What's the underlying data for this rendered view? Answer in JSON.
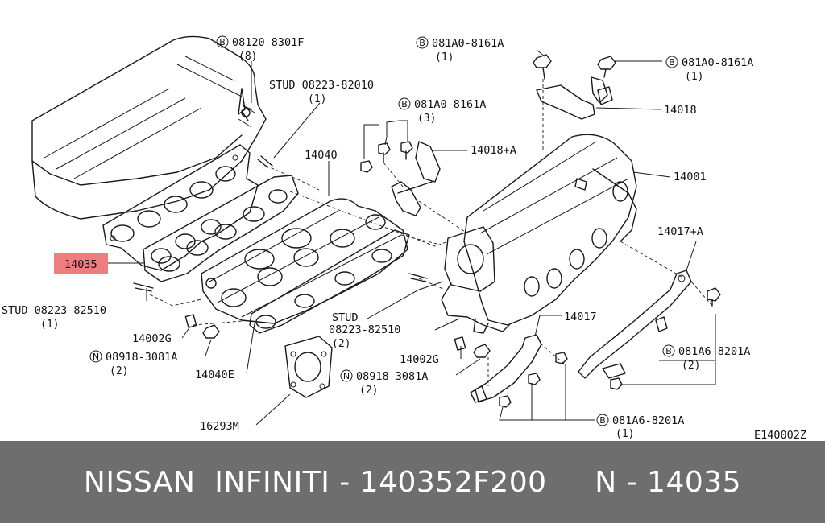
{
  "diagram": {
    "drawing_code": "E140002Z",
    "callouts": [
      {
        "id": "c1",
        "prefix": "B",
        "text": "08120-8301F",
        "qty": "(8)"
      },
      {
        "id": "c2",
        "prefix": "",
        "text": "STUD 08223-82010",
        "qty": "(1)"
      },
      {
        "id": "c3",
        "prefix": "B",
        "text": "081A0-8161A",
        "qty": "(1)"
      },
      {
        "id": "c4",
        "prefix": "B",
        "text": "081A0-8161A",
        "qty": "(1)"
      },
      {
        "id": "c5",
        "prefix": "B",
        "text": "081A0-8161A",
        "qty": "(3)"
      },
      {
        "id": "c6",
        "prefix": "",
        "text": "14018+A",
        "qty": ""
      },
      {
        "id": "c7",
        "prefix": "",
        "text": "14018",
        "qty": ""
      },
      {
        "id": "c8",
        "prefix": "",
        "text": "14040",
        "qty": ""
      },
      {
        "id": "c9",
        "prefix": "",
        "text": "14001",
        "qty": ""
      },
      {
        "id": "c10",
        "prefix": "",
        "text": "14017+A",
        "qty": ""
      },
      {
        "id": "c11",
        "prefix": "",
        "text": "14035",
        "qty": "",
        "highlight": true
      },
      {
        "id": "c12",
        "prefix": "",
        "text": "STUD 08223-82510",
        "qty": "(1)"
      },
      {
        "id": "c13",
        "prefix": "",
        "text": "14002G",
        "qty": ""
      },
      {
        "id": "c14",
        "prefix": "N",
        "text": "08918-3081A",
        "qty": "(2)"
      },
      {
        "id": "c15",
        "prefix": "",
        "text": "14040E",
        "qty": ""
      },
      {
        "id": "c16",
        "prefix": "",
        "text": "STUD",
        "qty": ""
      },
      {
        "id": "c17",
        "prefix": "",
        "text": "08223-82510",
        "qty": "(2)"
      },
      {
        "id": "c18",
        "prefix": "",
        "text": "14017",
        "qty": ""
      },
      {
        "id": "c19",
        "prefix": "",
        "text": "14002G",
        "qty": ""
      },
      {
        "id": "c20",
        "prefix": "N",
        "text": "08918-3081A",
        "qty": "(2)"
      },
      {
        "id": "c21",
        "prefix": "B",
        "text": "081A6-8201A",
        "qty": "(2)"
      },
      {
        "id": "c22",
        "prefix": "B",
        "text": "081A6-8201A",
        "qty": "(1)"
      },
      {
        "id": "c23",
        "prefix": "",
        "text": "16293M",
        "qty": ""
      }
    ]
  },
  "footer": {
    "text": "NISSAN  INFINITI - 140352F200     N - 14035",
    "background": "#6e6e6e",
    "color": "#ffffff"
  },
  "highlight_color": "#ee7d80"
}
